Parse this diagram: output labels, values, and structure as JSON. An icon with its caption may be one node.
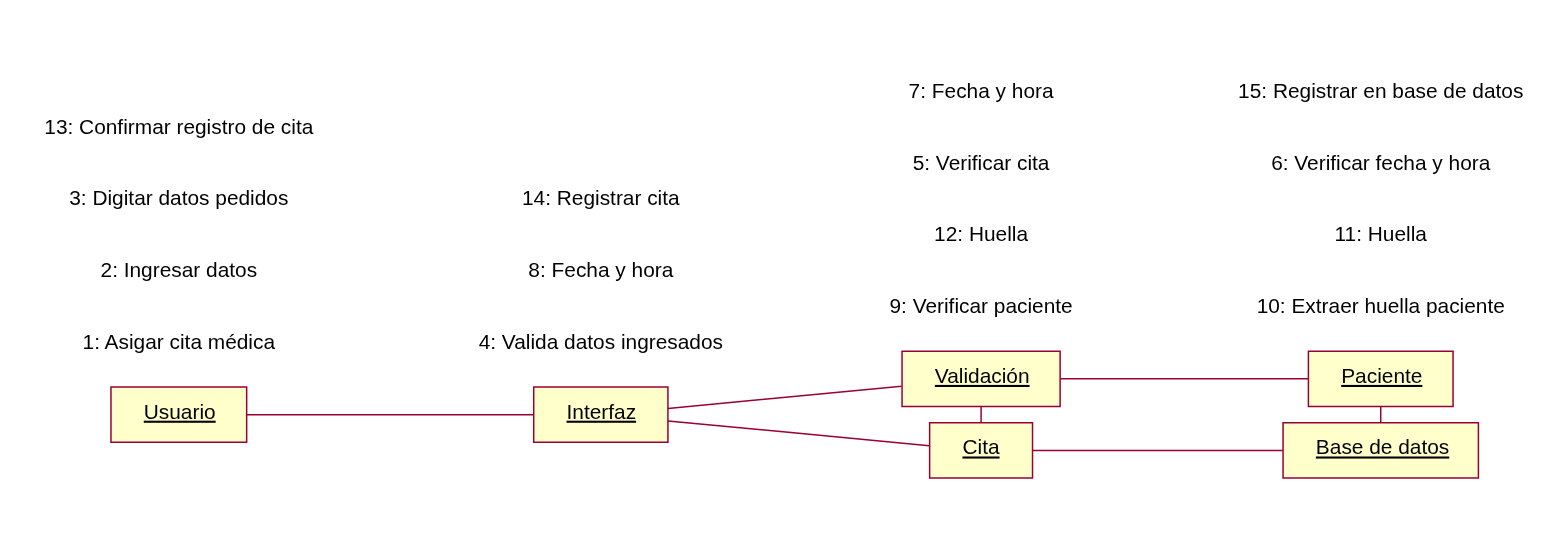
{
  "diagram": {
    "nodes": [
      {
        "text": [
          "Usuario"
        ]
      },
      {
        "text": [
          "Interfaz"
        ]
      },
      {
        "text": [
          "Validación"
        ]
      },
      {
        "text": [
          "Paciente"
        ]
      },
      {
        "text": [
          "Cita"
        ]
      },
      {
        "text": [
          "Base de datos"
        ]
      }
    ],
    "edges": [
      {
        "from": 0,
        "to": 1,
        "arrow": "none"
      },
      {
        "from": 1,
        "to": 2,
        "arrow": "none"
      },
      {
        "from": 1,
        "to": 4,
        "arrow": "none"
      },
      {
        "from": 2,
        "to": 3,
        "arrow": "none"
      },
      {
        "from": 2,
        "to": 4,
        "arrow": "none"
      },
      {
        "from": 3,
        "to": 5,
        "arrow": "none"
      },
      {
        "from": 4,
        "to": 5,
        "arrow": "none"
      }
    ],
    "labels": [
      "9: Verificar paciente",
      "1: Asigar cita médica",
      "2: Ingresar datos",
      "4: Valida datos ingresados",
      "12: Huella",
      "3: Digitar datos pedidos",
      "5: Verificar cita",
      "10: Extraer huella paciente",
      "11: Huella",
      "8: Fecha y hora",
      "13: Confirmar registro de cita",
      "6: Verificar fecha y hora",
      "14: Registrar cita",
      "7: Fecha y hora",
      "15: Registrar en base de datos"
    ]
  }
}
